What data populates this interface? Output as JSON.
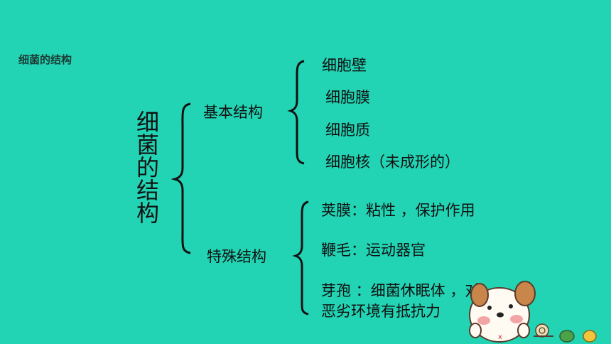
{
  "corner_title": "细菌的结构",
  "root": "细菌的结构",
  "basic": {
    "label": "基本结构",
    "items": [
      "细胞壁",
      "细胞膜",
      "细胞质",
      "细胞核（未成形的）"
    ]
  },
  "special": {
    "label": "特殊结构",
    "items": [
      "荚膜：粘性 ，保护作用",
      "鞭毛：运动器官",
      "芽孢 ：细菌休眠体 ，对",
      "恶劣环境有抵抗力"
    ]
  },
  "colors": {
    "background": "#22d3b4",
    "text": "#111111"
  },
  "icons": [
    "dog-mascot-icon",
    "snail-icon"
  ]
}
